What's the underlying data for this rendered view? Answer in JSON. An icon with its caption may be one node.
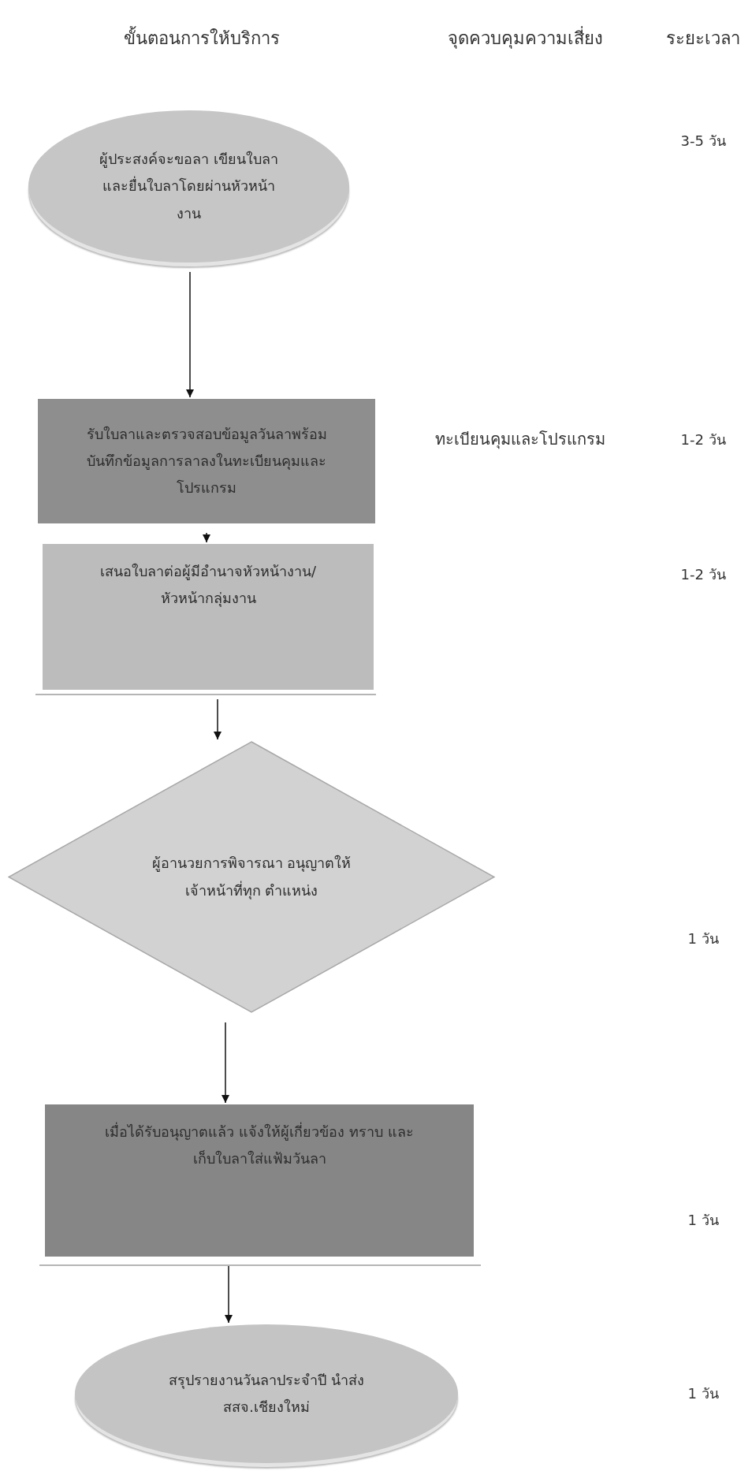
{
  "diagram": {
    "nodes": [
      {
        "text": [
          "ผู้ประสงค์จะขอลา เขียนใบลา และยื่นใบลาโดยผ่านหัวหน้า งาน"
        ]
      },
      {
        "text": [
          "รับใบลาและตรวจสอบข้อมูลวันลาพร้อม บันทึกข้อมูลการลาลงในทะเบียนคุมและ โปรแกรม"
        ]
      },
      {
        "text": [
          "เสนอใบลาต่อผู้มีอำนาจหัวหน้างาน/ หัวหน้ากลุ่มงาน"
        ]
      },
      {
        "text": [
          "ผู้อานวยการพิจารณา อนุญาตให้เจ้าหน้าที่ทุก ตำแหน่ง"
        ]
      },
      {
        "text": [
          "เมื่อได้รับอนุญาตแล้ว แจ้งให้ผู้เกี่ยวข้อง ทราบ และเก็บใบลาใส่แฟ้มวันลา"
        ]
      },
      {
        "text": [
          "สรุปรายงานวันลาประจำปี นำส่ง สสจ.เชียงใหม่"
        ]
      }
    ],
    "edges": [
      {
        "from": 0,
        "to": 1,
        "arrow": "to"
      },
      {
        "from": 1,
        "to": 2,
        "arrow": "to"
      },
      {
        "from": 2,
        "to": 3,
        "arrow": "to"
      },
      {
        "from": 3,
        "to": 4,
        "arrow": "to"
      },
      {
        "from": 4,
        "to": 5,
        "arrow": "to"
      }
    ],
    "labels": [
      "ขั้นตอนการให้บริการ",
      "จุดควบคุมความเสี่ยง",
      "ระยะเวลา",
      "3-5 วัน",
      "ทะเบียนคุมและโปรแกรม",
      "1-2 วัน",
      "1-2 วัน",
      "1 วัน",
      "1 วัน",
      "1 วัน"
    ]
  }
}
